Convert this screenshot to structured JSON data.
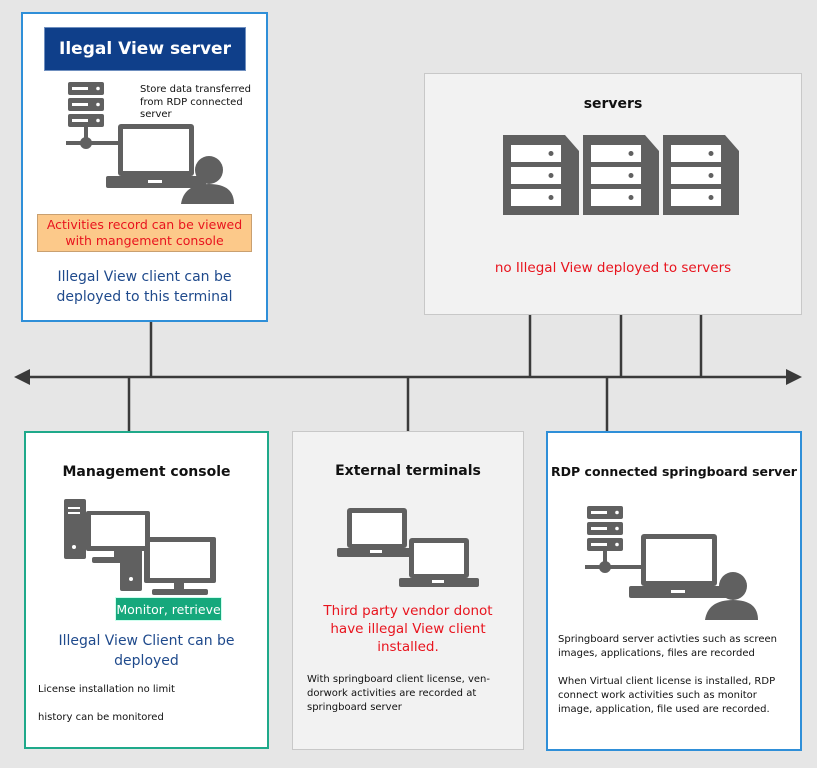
{
  "illegal_view_server": {
    "title": "Ilegal View server",
    "note": "Store data transferred from RDP connected server",
    "highlight": "Activities record can be viewed with mangement console",
    "caption": "Illegal View client can be deployed to this terminal"
  },
  "servers": {
    "title": "servers",
    "caption": "no Illegal View deployed to servers"
  },
  "management_console": {
    "title": "Management console",
    "badge": "Monitor, retrieve",
    "caption": "Illegal View Client can be deployed",
    "notes": [
      "License installation no limit",
      "history can be monitored"
    ]
  },
  "external_terminals": {
    "title": "External terminals",
    "caption": "Third party vendor donot have illegal View client installed.",
    "note": "With springboard client license, ven-dorwork activities are recorded at springboard server"
  },
  "rdp_server": {
    "title": "RDP connected springboard server",
    "notes": [
      "Springboard server activties such as screen images, applications, files are recorded",
      "When Virtual client license is installed, RDP connect work activities such as monitor image, application, file used are recorded."
    ]
  },
  "colors": {
    "icon": "#606060",
    "blue_border": "#2f8fd8",
    "teal_border": "#1fa98a",
    "navy_title": "#0f3f8a",
    "red_text": "#e8141e",
    "orange_highlight": "#fcc98a",
    "teal_badge": "#16a87c",
    "caption_blue": "#1f4a8c"
  }
}
